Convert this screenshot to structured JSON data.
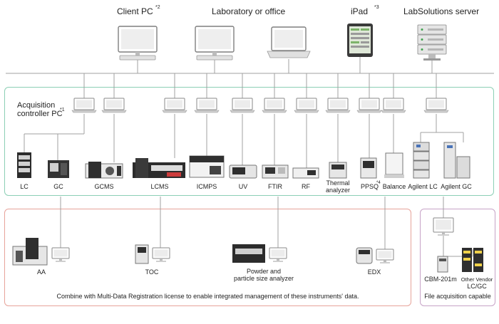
{
  "headers": {
    "client_pc": "Client PC",
    "client_pc_note": "*2",
    "lab_office": "Laboratory or office",
    "ipad": "iPad",
    "ipad_note": "*3",
    "server": "LabSolutions server"
  },
  "acquisition": {
    "label_line1": "Acquisition",
    "label_line2": "controller PC",
    "note": "*1"
  },
  "instruments": [
    "LC",
    "GC",
    "GCMS",
    "LCMS",
    "ICMPS",
    "UV",
    "FTIR",
    "RF",
    "Thermal",
    "analyzer",
    "PPSQ",
    "*4",
    "Balance",
    "Agilent LC",
    "Agilent GC"
  ],
  "multi_data": {
    "items": [
      "AA",
      "TOC",
      "Powder and",
      "particle size analyzer",
      "EDX"
    ],
    "caption": "Combine with Multi-Data Registration license to enable integrated management of these instruments' data."
  },
  "file_acq": {
    "cbm": "CBM-201m",
    "other_line1": "Other Vendor",
    "other_line2": "LC/GC",
    "caption": "File acquisition capable"
  },
  "colors": {
    "green_box": "#8ccfb5",
    "red_box": "#e7a39a",
    "purple_box": "#c7a3c7",
    "line": "#a0a0a0"
  }
}
